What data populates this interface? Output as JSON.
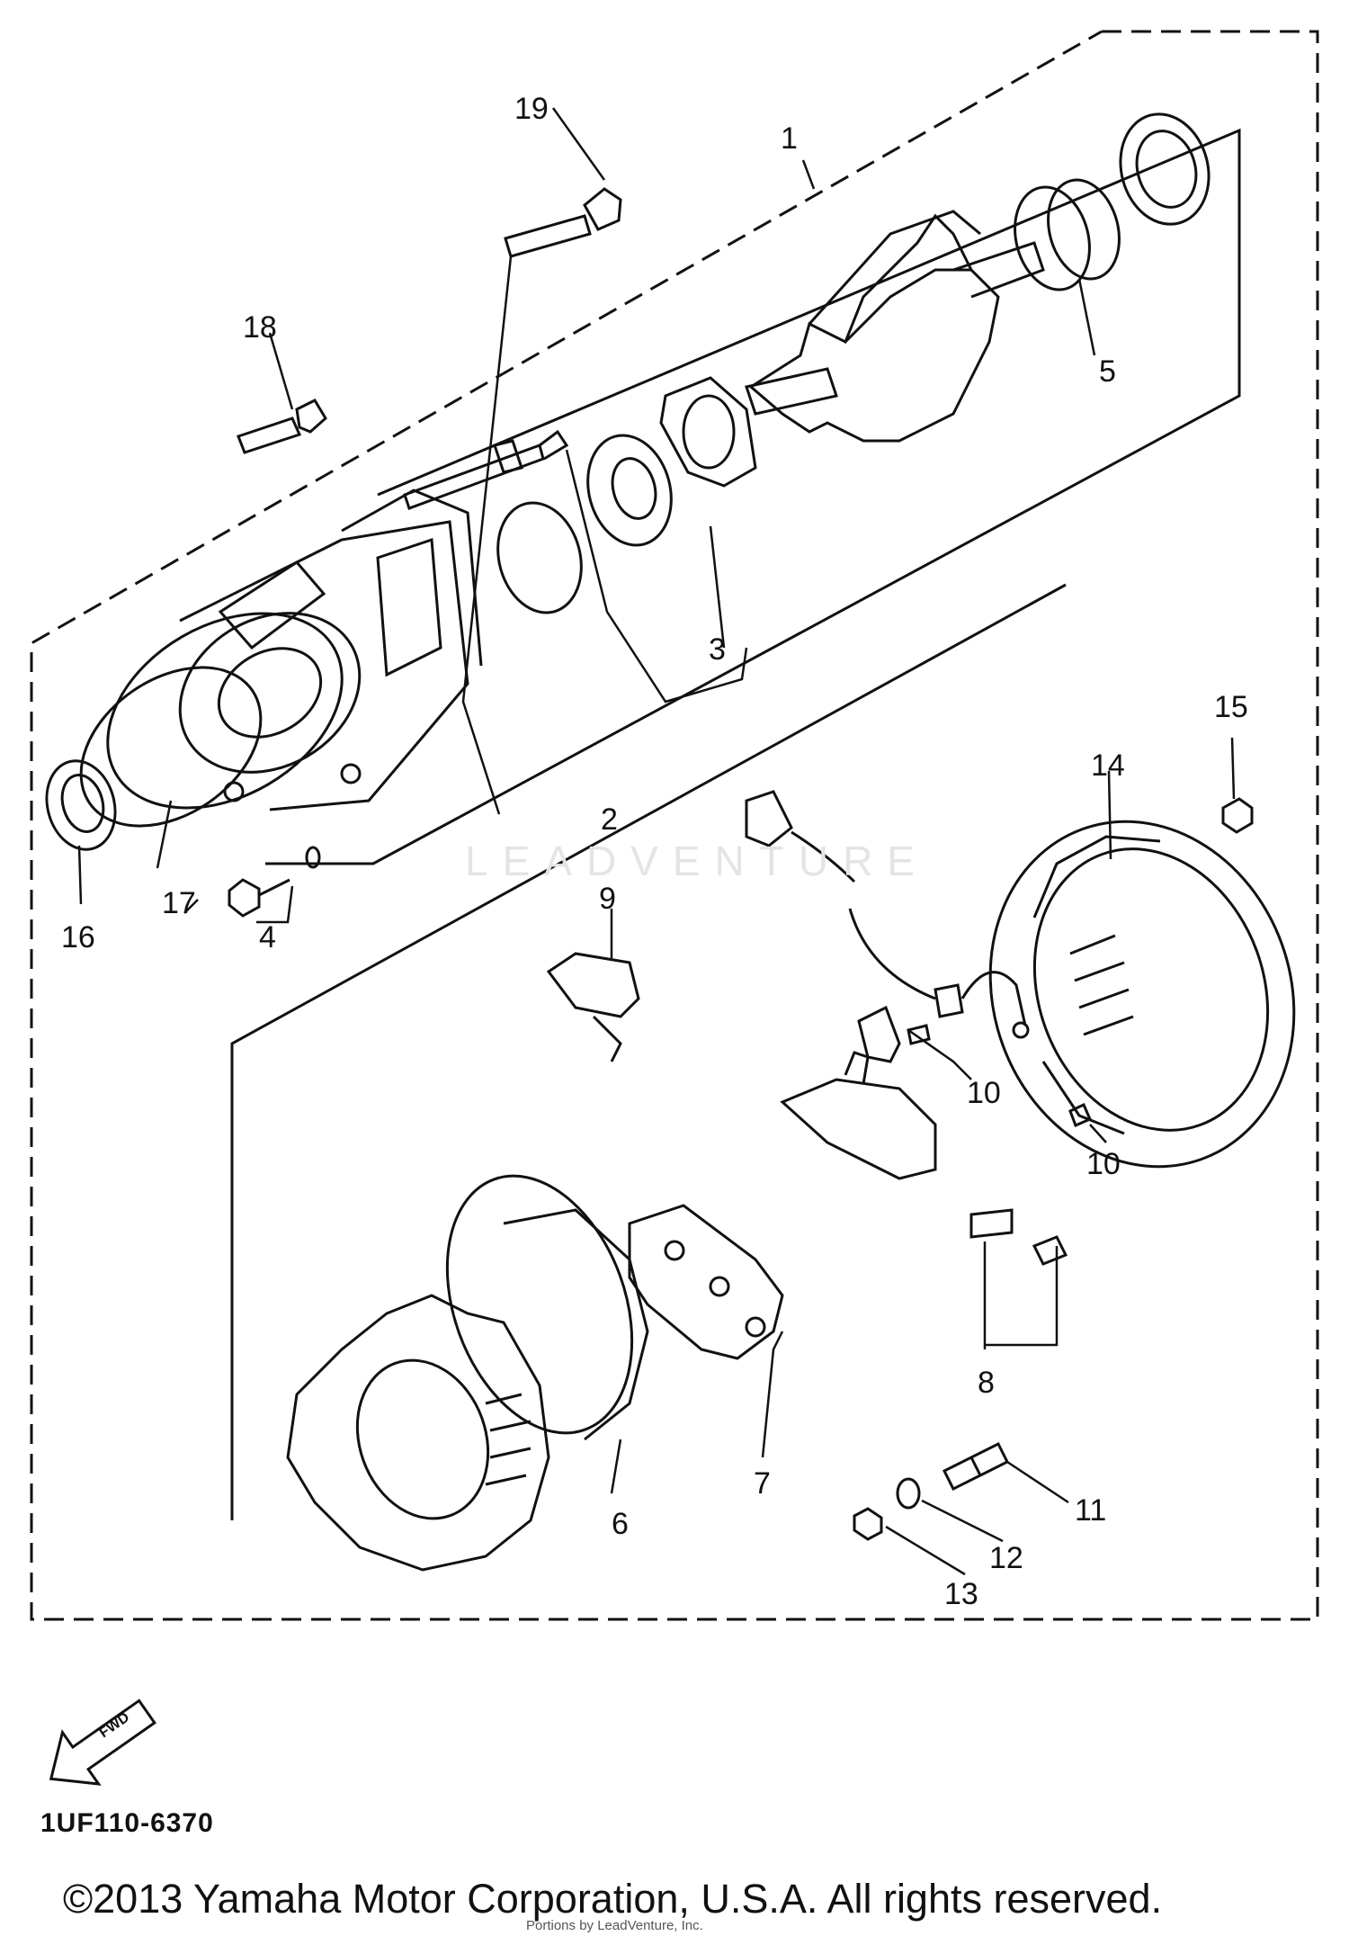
{
  "diagram": {
    "part_numbers": [
      "1",
      "2",
      "3",
      "4",
      "5",
      "6",
      "7",
      "8",
      "9",
      "10",
      "10",
      "11",
      "12",
      "13",
      "14",
      "15",
      "16",
      "17",
      "18",
      "19"
    ],
    "arrow_label": "FWD",
    "code": "1UF110-6370",
    "watermark": "LEADVENTURE",
    "watermark_small": "Portions by LeadVenture, Inc.",
    "copyright": "©2013 Yamaha Motor Corporation, U.S.A. All rights reserved."
  }
}
